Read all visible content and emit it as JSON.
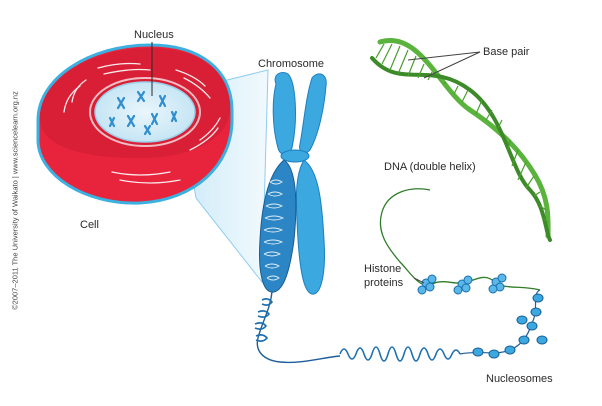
{
  "labels": {
    "nucleus": "Nucleus",
    "chromosome": "Chromosome",
    "base_pair": "Base pair",
    "dna": "DNA (double helix)",
    "cell": "Cell",
    "histone_line1": "Histone",
    "histone_line2": "proteins",
    "nucleosomes": "Nucleosomes"
  },
  "credit": "©2007–2011 The University of Waikato | www.sciencelearn.org.nz",
  "colors": {
    "cell_red": "#e8243c",
    "cell_outline": "#3cb0e0",
    "nucleus_fill": "#d8eef8",
    "chromosome_blue": "#3ca8e0",
    "chromatin_dark": "#1f5f9a",
    "dna_green": "#5ab33c",
    "dna_dark": "#3c8a28",
    "zoom_cone": "#b9e0f5"
  }
}
